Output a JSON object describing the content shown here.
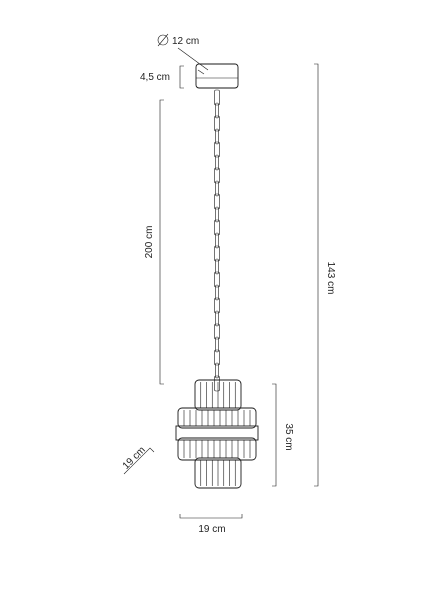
{
  "dimensions": {
    "canopy_diameter": "12 cm",
    "canopy_height": "4,5 cm",
    "chain_length": "200 cm",
    "total_height": "143 cm",
    "shade_height": "35 cm",
    "shade_width": "19 cm",
    "shade_depth": "19 cm"
  },
  "symbols": {
    "diameter": "∅"
  }
}
